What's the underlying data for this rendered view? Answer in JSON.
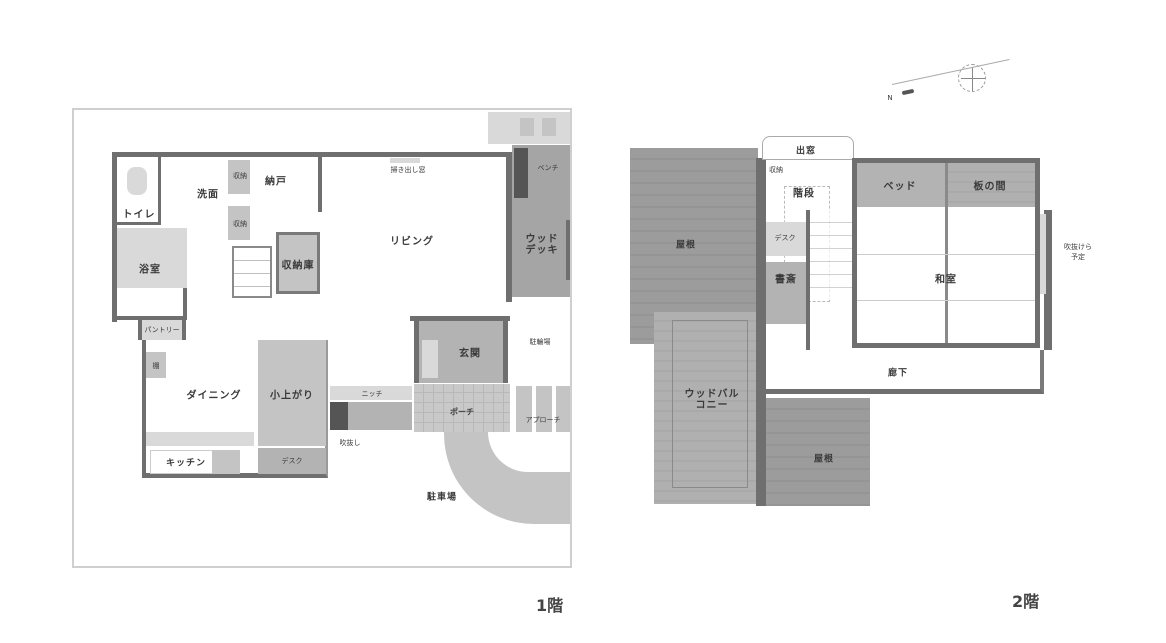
{
  "floor1": {
    "title": "1階",
    "rooms": {
      "toilet": "トイレ",
      "washroom": "洗面",
      "storage": "納戸",
      "storeroom": "収納庫",
      "bath": "浴室",
      "living": "リビング",
      "wood_deck": "ウッドデッキ",
      "entrance": "玄関",
      "bicycle_parking": "駐輪場",
      "pantry": "パントリー",
      "dining": "ダイニング",
      "koagari": "小上がり",
      "kitchen": "キッチン",
      "desk": "デスク",
      "porch": "ポーチ",
      "approach": "アプローチ",
      "parking": "駐車場",
      "small_1": "収納",
      "small_2": "収納",
      "small_3": "ベンチ",
      "small_4": "掃き出し窓",
      "small_5": "ニッチ",
      "small_6": "棚",
      "small_7": "吹抜し",
      "small_8": "ベンチ"
    }
  },
  "floor2": {
    "title": "2階",
    "rooms": {
      "closet": "出窓",
      "small_storage": "収納",
      "stairs": "階段",
      "desk": "デスク",
      "study": "書斎",
      "roof_left": "屋根",
      "wood_balcony": "ウッドバルコニー",
      "roof_bottom": "屋根",
      "bed": "ベッド",
      "itanoma": "板の間",
      "washitsu": "和室",
      "corridor": "廊下",
      "side_note": "吹抜けら予定"
    }
  },
  "compass": {
    "label": "N"
  }
}
